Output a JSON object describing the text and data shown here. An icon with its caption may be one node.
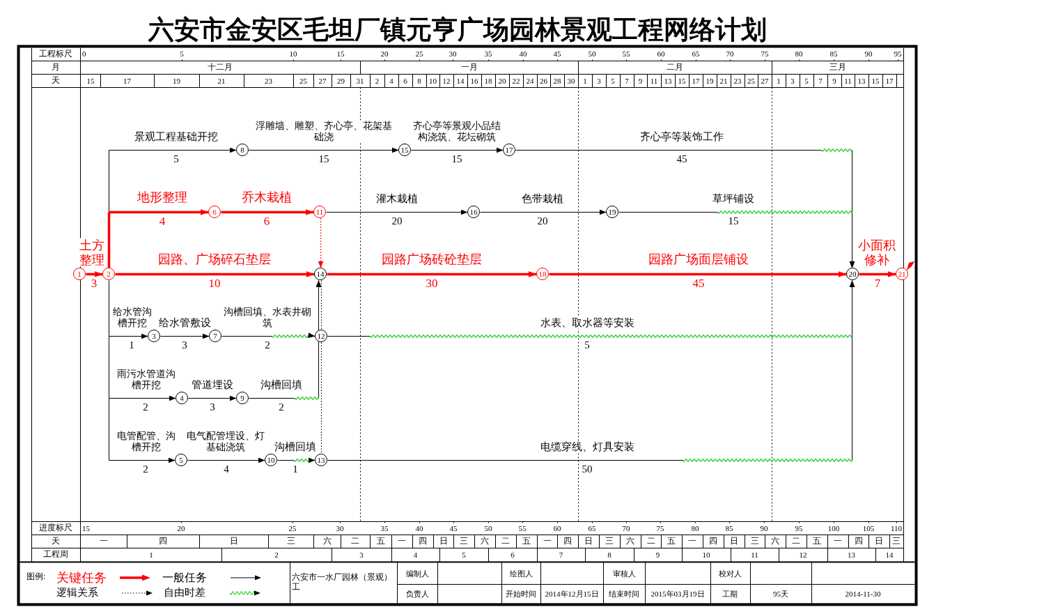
{
  "diagram": {
    "title": "六安市金安区毛坦厂镇元亨广场园林景观工程网络计划",
    "nodes": [
      {
        "text": [
          "1"
        ]
      },
      {
        "text": [
          "2"
        ]
      },
      {
        "text": [
          "3"
        ]
      },
      {
        "text": [
          "4"
        ]
      },
      {
        "text": [
          "5"
        ]
      },
      {
        "text": [
          "6"
        ]
      },
      {
        "text": [
          "7"
        ]
      },
      {
        "text": [
          "8"
        ]
      },
      {
        "text": [
          "9"
        ]
      },
      {
        "text": [
          "10"
        ]
      },
      {
        "text": [
          "11"
        ]
      },
      {
        "text": [
          "12"
        ]
      },
      {
        "text": [
          "13"
        ]
      },
      {
        "text": [
          "14"
        ]
      },
      {
        "text": [
          "15"
        ]
      },
      {
        "text": [
          "16"
        ]
      },
      {
        "text": [
          "17"
        ]
      },
      {
        "text": [
          "18"
        ]
      },
      {
        "text": [
          "19"
        ]
      },
      {
        "text": [
          "20"
        ]
      },
      {
        "text": [
          "21"
        ]
      }
    ],
    "edges": [
      {
        "from": 0,
        "to": 1,
        "arrow": "to",
        "label": "土方整理",
        "style": "thick",
        "color": "#ff0000"
      },
      {
        "from": 1,
        "to": 5,
        "arrow": "to",
        "label": "地形整理",
        "style": "thick",
        "color": "#ff0000"
      },
      {
        "from": 5,
        "to": 10,
        "arrow": "to",
        "label": "乔木栽植",
        "style": "thick",
        "color": "#ff0000"
      },
      {
        "from": 1,
        "to": 7,
        "arrow": "to",
        "label": "景观工程基础开挖"
      },
      {
        "from": 7,
        "to": 14,
        "arrow": "to",
        "label": "浮雕墙、雕塑、齐心亭、花架基础浇"
      },
      {
        "from": 14,
        "to": 16,
        "arrow": "to",
        "label": "齐心亭等景观小品结构浇筑、花坛砌筑"
      },
      {
        "from": 16,
        "to": 19,
        "arrow": "to",
        "label": "齐心亭等装饰工作"
      },
      {
        "from": 10,
        "to": 15,
        "arrow": "to",
        "label": "灌木栽植"
      },
      {
        "from": 15,
        "to": 18,
        "arrow": "to",
        "label": "色带栽植"
      },
      {
        "from": 18,
        "to": 19,
        "arrow": "to",
        "label": "草坪铺设"
      },
      {
        "from": 1,
        "to": 13,
        "arrow": "to",
        "label": "园路、广场碎石垫层",
        "style": "thick",
        "color": "#ff0000"
      },
      {
        "from": 10,
        "to": 13,
        "arrow": "to",
        "style": "dashed",
        "color": "#ff0000"
      },
      {
        "from": 13,
        "to": 17,
        "arrow": "to",
        "label": "园路广场砖砼垫层",
        "style": "thick",
        "color": "#ff0000"
      },
      {
        "from": 17,
        "to": 19,
        "arrow": "to",
        "label": "园路广场面层铺设",
        "style": "thick",
        "color": "#ff0000"
      },
      {
        "from": 19,
        "to": 20,
        "arrow": "to",
        "label": "小面积修补",
        "style": "thick",
        "color": "#ff0000"
      },
      {
        "from": 1,
        "to": 2,
        "arrow": "to",
        "label": "给水管沟槽开挖"
      },
      {
        "from": 2,
        "to": 6,
        "arrow": "to",
        "label": "给水管敷设"
      },
      {
        "from": 6,
        "to": 11,
        "arrow": "to",
        "label": "沟槽回填、水表井砌筑"
      },
      {
        "from": 1,
        "to": 3,
        "arrow": "to",
        "label": "雨污水管道沟槽开挖"
      },
      {
        "from": 3,
        "to": 8,
        "arrow": "to",
        "label": "管道埋设"
      },
      {
        "from": 8,
        "to": 13,
        "arrow": "to",
        "label": "沟槽回填"
      },
      {
        "from": 1,
        "to": 4,
        "arrow": "to",
        "label": "电管配管、沟槽开挖"
      },
      {
        "from": 4,
        "to": 9,
        "arrow": "to",
        "label": "电气配管埋设、灯基础浇筑"
      },
      {
        "from": 9,
        "to": 12,
        "arrow": "to",
        "label": "沟槽回填"
      },
      {
        "from": 13,
        "to": 11,
        "arrow": "none",
        "style": "dashed"
      },
      {
        "from": 11,
        "to": 12,
        "arrow": "none",
        "style": "dashed"
      },
      {
        "from": 11,
        "to": 19,
        "arrow": "to",
        "label": "水表、取水器等安装"
      },
      {
        "from": 12,
        "to": 19,
        "arrow": "to",
        "label": "电缆穿线、灯具安装"
      }
    ],
    "labels": [
      "工程标尺",
      "0",
      "5",
      "10",
      "15",
      "20",
      "25",
      "30",
      "35",
      "40",
      "45",
      "50",
      "55",
      "60",
      "65",
      "70",
      "75",
      "80",
      "85",
      "90",
      "95",
      "月",
      "十二月",
      "一月",
      "二月",
      "三月",
      "天",
      "15",
      "17",
      "19",
      "21",
      "23",
      "25",
      "27",
      "29",
      "31",
      "2",
      "4",
      "6",
      "8",
      "10",
      "12",
      "14",
      "16",
      "18",
      "20",
      "22",
      "24",
      "26",
      "28",
      "30",
      "1",
      "3",
      "5",
      "7",
      "9",
      "11",
      "13",
      "15",
      "17",
      "19",
      "21",
      "23",
      "25",
      "27",
      "1",
      "3",
      "5",
      "7",
      "9",
      "11",
      "13",
      "15",
      "17",
      "5",
      "15",
      "15",
      "45",
      "4",
      "6",
      "20",
      "20",
      "15",
      "3",
      "10",
      "30",
      "45",
      "7",
      "1",
      "3",
      "2",
      "5",
      "2",
      "3",
      "2",
      "2",
      "4",
      "1",
      "50",
      "进度标尺",
      "15",
      "20",
      "25",
      "30",
      "35",
      "40",
      "45",
      "50",
      "55",
      "60",
      "65",
      "70",
      "75",
      "80",
      "85",
      "90",
      "95",
      "100",
      "105",
      "110",
      "天",
      "一",
      "四",
      "日",
      "三",
      "六",
      "二",
      "五",
      "一",
      "四",
      "日",
      "三",
      "六",
      "二",
      "五",
      "一",
      "四",
      "日",
      "三",
      "六",
      "二",
      "五",
      "一",
      "四",
      "日",
      "三",
      "六",
      "二",
      "五",
      "一",
      "四",
      "日",
      "三",
      "工程周",
      "1",
      "2",
      "3",
      "4",
      "5",
      "6",
      "7",
      "8",
      "9",
      "10",
      "11",
      "12",
      "13",
      "14",
      "图例:",
      "六安市一水厂园林（景观）工",
      "编制人",
      "绘图人",
      "审核人",
      "校对人",
      "负责人",
      "开始时间",
      "2014年12月15日",
      "结束时间",
      "2015年03月19日",
      "工期",
      "95天",
      "2014-11-30"
    ],
    "legend": [
      {
        "text": "关键任务"
      },
      {
        "text": "一般任务"
      },
      {
        "text": "逻辑关系"
      },
      {
        "text": "自由时差"
      }
    ]
  }
}
